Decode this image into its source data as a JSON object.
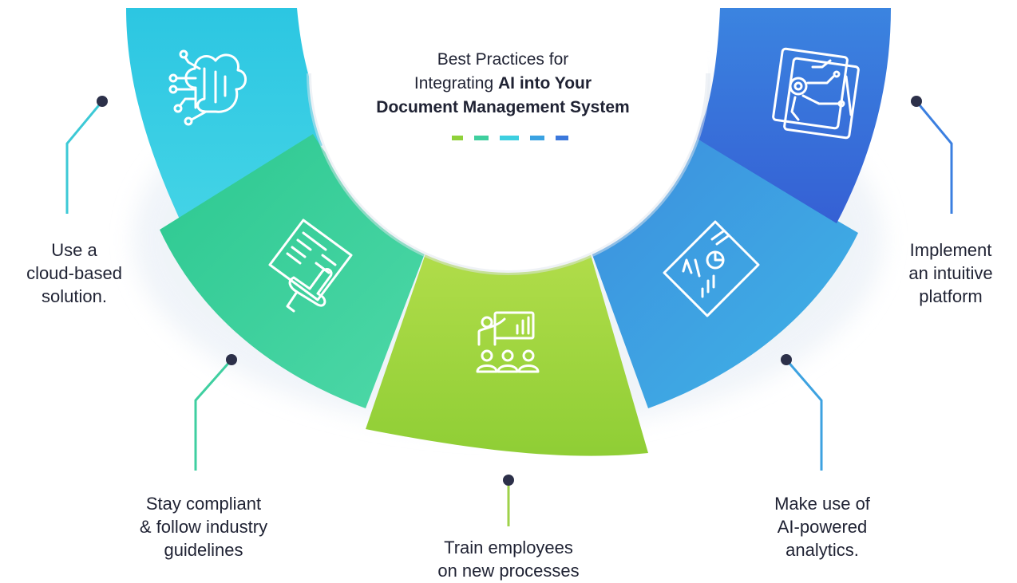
{
  "title": {
    "line1": "Best Practices for",
    "line2_regular": "Integrating ",
    "line2_bold": "AI into Your",
    "line3": "Document Management System"
  },
  "segments": [
    {
      "id": "cloud",
      "icon": "cloud-circuit-icon",
      "label_lines": [
        "Use a",
        "cloud-based",
        "solution."
      ],
      "color": "#2ec8e0",
      "line_color": "#3cc9d6"
    },
    {
      "id": "compliance",
      "icon": "document-hand-icon",
      "label_lines": [
        "Stay compliant",
        "& follow industry",
        "guidelines"
      ],
      "color": "#3ed4a0",
      "line_color": "#3fcfa0"
    },
    {
      "id": "training",
      "icon": "presentation-audience-icon",
      "label_lines": [
        "Train employees",
        "on new processes"
      ],
      "color": "#9ed43a",
      "line_color": "#9fd24a"
    },
    {
      "id": "analytics",
      "icon": "ai-analytics-board-icon",
      "label_lines": [
        "Make use of",
        "AI-powered",
        "analytics."
      ],
      "color": "#3aa2e2",
      "line_color": "#3da2e0"
    },
    {
      "id": "platform",
      "icon": "circuit-screen-icon",
      "label_lines": [
        "Implement",
        "an intuitive",
        "platform"
      ],
      "color": "#3b70dc",
      "line_color": "#3b7fe0"
    }
  ],
  "colors": {
    "text": "#1f2233",
    "dot": "#2c3049",
    "dashes": [
      "#8fd13a",
      "#3fcf9e",
      "#3dcfe0",
      "#3aa2e2",
      "#3b78dc"
    ]
  }
}
